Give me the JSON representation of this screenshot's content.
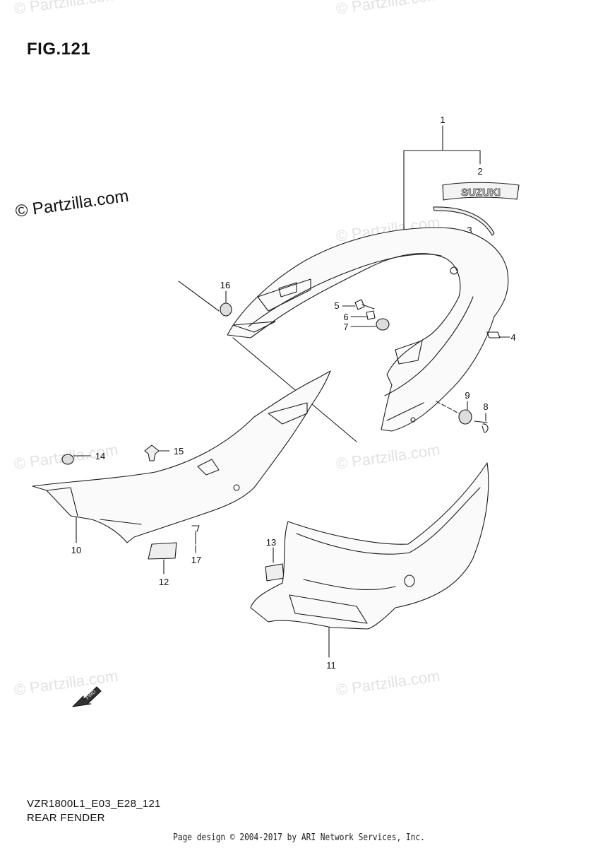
{
  "figure": {
    "title": "FIG.121"
  },
  "copyright_main": "© Partzilla.com",
  "watermarks": [
    "© Partzilla.com",
    "© Partzilla.com",
    "© Partzilla.com",
    "© Partzilla.com",
    "© Partzilla.com",
    "© Partzilla.com",
    "© Partzilla.com"
  ],
  "decal_text": "SUZUKI",
  "fwd_text": "FWD",
  "callouts": [
    "1",
    "2",
    "3",
    "4",
    "5",
    "6",
    "7",
    "8",
    "9",
    "10",
    "11",
    "12",
    "13",
    "14",
    "15",
    "16",
    "17"
  ],
  "model": {
    "code": "VZR1800L1_E03_E28_121",
    "name": "REAR FENDER"
  },
  "footer": "Page design © 2004-2017 by ARI Network Services, Inc."
}
